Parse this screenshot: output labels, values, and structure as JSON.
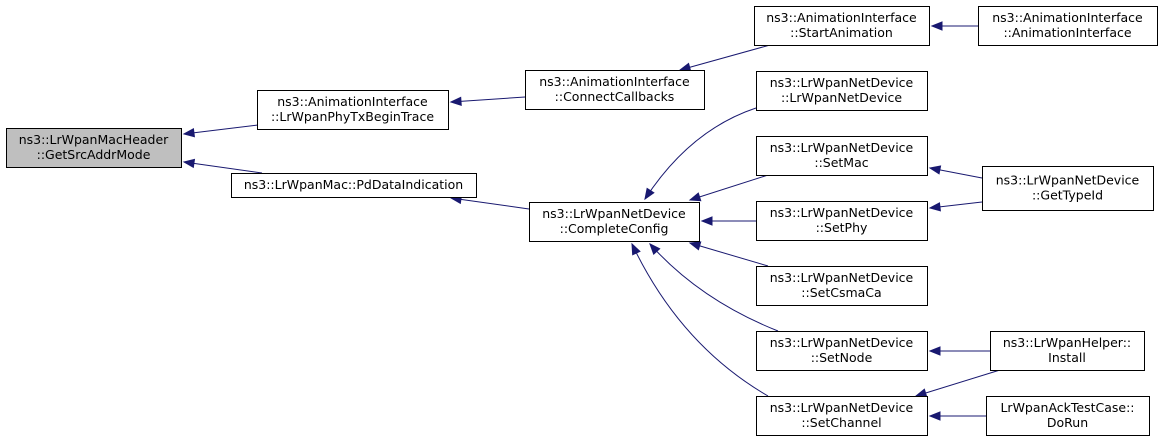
{
  "graph": {
    "colors": {
      "edge": "#191970",
      "node_fill": "#ffffff",
      "root_fill": "#bfbfbf",
      "border": "#000000"
    },
    "nodes": [
      {
        "id": "getsrc",
        "lines": [
          "ns3::LrWpanMacHeader",
          "::GetSrcAddrMode"
        ],
        "root": true
      },
      {
        "id": "phytx",
        "lines": [
          "ns3::AnimationInterface",
          "::LrWpanPhyTxBeginTrace"
        ]
      },
      {
        "id": "pddata",
        "lines": [
          "ns3::LrWpanMac::PdDataIndication"
        ]
      },
      {
        "id": "connectcb",
        "lines": [
          "ns3::AnimationInterface",
          "::ConnectCallbacks"
        ]
      },
      {
        "id": "complete",
        "lines": [
          "ns3::LrWpanNetDevice",
          "::CompleteConfig"
        ]
      },
      {
        "id": "startanim",
        "lines": [
          "ns3::AnimationInterface",
          "::StartAnimation"
        ]
      },
      {
        "id": "animctor",
        "lines": [
          "ns3::AnimationInterface",
          "::AnimationInterface"
        ]
      },
      {
        "id": "netdevctor",
        "lines": [
          "ns3::LrWpanNetDevice",
          "::LrWpanNetDevice"
        ]
      },
      {
        "id": "setmac",
        "lines": [
          "ns3::LrWpanNetDevice",
          "::SetMac"
        ]
      },
      {
        "id": "setphy",
        "lines": [
          "ns3::LrWpanNetDevice",
          "::SetPhy"
        ]
      },
      {
        "id": "setcsma",
        "lines": [
          "ns3::LrWpanNetDevice",
          "::SetCsmaCa"
        ]
      },
      {
        "id": "setnode",
        "lines": [
          "ns3::LrWpanNetDevice",
          "::SetNode"
        ]
      },
      {
        "id": "setchannel",
        "lines": [
          "ns3::LrWpanNetDevice",
          "::SetChannel"
        ]
      },
      {
        "id": "gettypeid",
        "lines": [
          "ns3::LrWpanNetDevice",
          "::GetTypeId"
        ]
      },
      {
        "id": "install",
        "lines": [
          "ns3::LrWpanHelper::",
          "Install"
        ]
      },
      {
        "id": "dorun",
        "lines": [
          "LrWpanAckTestCase::",
          "DoRun"
        ]
      }
    ],
    "edges": [
      {
        "from": "phytx",
        "to": "getsrc"
      },
      {
        "from": "pddata",
        "to": "getsrc"
      },
      {
        "from": "connectcb",
        "to": "phytx"
      },
      {
        "from": "complete",
        "to": "pddata"
      },
      {
        "from": "startanim",
        "to": "connectcb"
      },
      {
        "from": "animctor",
        "to": "startanim"
      },
      {
        "from": "netdevctor",
        "to": "complete"
      },
      {
        "from": "setmac",
        "to": "complete"
      },
      {
        "from": "setphy",
        "to": "complete"
      },
      {
        "from": "setcsma",
        "to": "complete"
      },
      {
        "from": "setnode",
        "to": "complete"
      },
      {
        "from": "setchannel",
        "to": "complete"
      },
      {
        "from": "gettypeid",
        "to": "setmac"
      },
      {
        "from": "gettypeid",
        "to": "setphy"
      },
      {
        "from": "install",
        "to": "setnode"
      },
      {
        "from": "install",
        "to": "setchannel"
      },
      {
        "from": "dorun",
        "to": "setchannel"
      }
    ]
  }
}
